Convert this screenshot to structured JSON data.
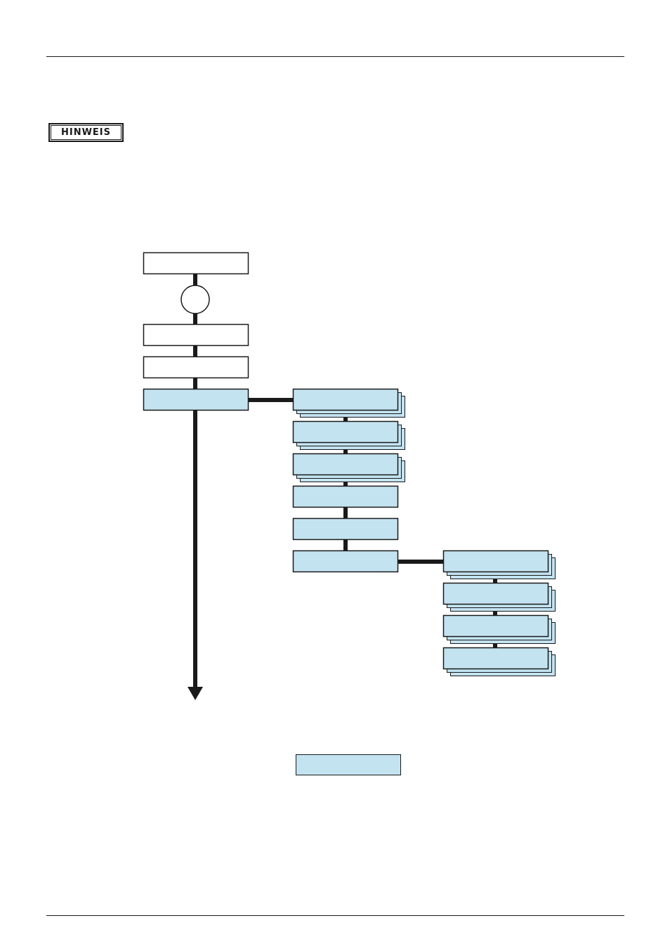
{
  "notice": {
    "label": "HINWEIS"
  },
  "colors": {
    "box_fill": "#c3e3f0",
    "white_fill": "#ffffff",
    "stroke": "#1a1a1a"
  },
  "diagram": {
    "type": "menu-flowchart",
    "nodes": [
      {
        "id": "start",
        "kind": "plain"
      },
      {
        "id": "key",
        "kind": "circle"
      },
      {
        "id": "menu-a",
        "kind": "plain"
      },
      {
        "id": "menu-b",
        "kind": "plain"
      },
      {
        "id": "menu-c",
        "kind": "highlight"
      },
      {
        "id": "sub-1",
        "kind": "stacked"
      },
      {
        "id": "sub-2",
        "kind": "stacked"
      },
      {
        "id": "sub-3",
        "kind": "stacked"
      },
      {
        "id": "sub-4",
        "kind": "highlight"
      },
      {
        "id": "sub-5",
        "kind": "highlight"
      },
      {
        "id": "sub-6",
        "kind": "highlight"
      },
      {
        "id": "subsub-1",
        "kind": "stacked"
      },
      {
        "id": "subsub-2",
        "kind": "stacked"
      },
      {
        "id": "subsub-3",
        "kind": "stacked"
      },
      {
        "id": "subsub-4",
        "kind": "stacked"
      },
      {
        "id": "legend-box",
        "kind": "legend"
      }
    ],
    "edges": [
      [
        "start",
        "key"
      ],
      [
        "key",
        "menu-a"
      ],
      [
        "menu-a",
        "menu-b"
      ],
      [
        "menu-b",
        "menu-c"
      ],
      [
        "menu-c",
        "sub-1"
      ],
      [
        "sub-1",
        "sub-2"
      ],
      [
        "sub-2",
        "sub-3"
      ],
      [
        "sub-3",
        "sub-4"
      ],
      [
        "sub-4",
        "sub-5"
      ],
      [
        "sub-5",
        "sub-6"
      ],
      [
        "sub-6",
        "subsub-1"
      ],
      [
        "subsub-1",
        "subsub-2"
      ],
      [
        "subsub-2",
        "subsub-3"
      ],
      [
        "subsub-3",
        "subsub-4"
      ]
    ]
  }
}
